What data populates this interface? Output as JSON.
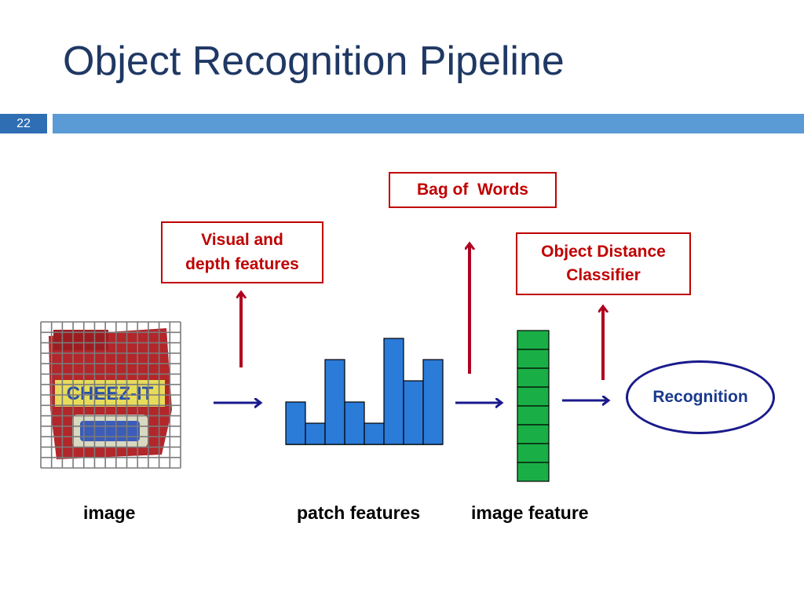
{
  "slide": {
    "title": "Object Recognition Pipeline",
    "number": "22"
  },
  "boxes": {
    "bag_of_words": "Bag of  Words",
    "visual_depth_line1": "Visual and",
    "visual_depth_line2": "depth features",
    "object_distance_line1": "Object Distance",
    "object_distance_line2": "Classifier"
  },
  "recognition": "Recognition",
  "captions": {
    "image": "image",
    "patch_features": "patch features",
    "image_feature": "image feature"
  },
  "product_image": {
    "label_lines": [
      "CHEEZ-IT"
    ]
  },
  "colors": {
    "title": "#1f3864",
    "accent_bar": "#5b9bd5",
    "slide_number_bg": "#2f6eb3",
    "red_box": "#c00000",
    "arrow_red": "#b00020",
    "arrow_blue": "#1a1a8c",
    "histogram_bar": "#2b7bd8",
    "feature_vector": "#1aaf46"
  },
  "patch_histogram": {
    "values": [
      2,
      1,
      4,
      2,
      1,
      5,
      3,
      4
    ]
  },
  "feature_vector": {
    "cells": 8
  }
}
